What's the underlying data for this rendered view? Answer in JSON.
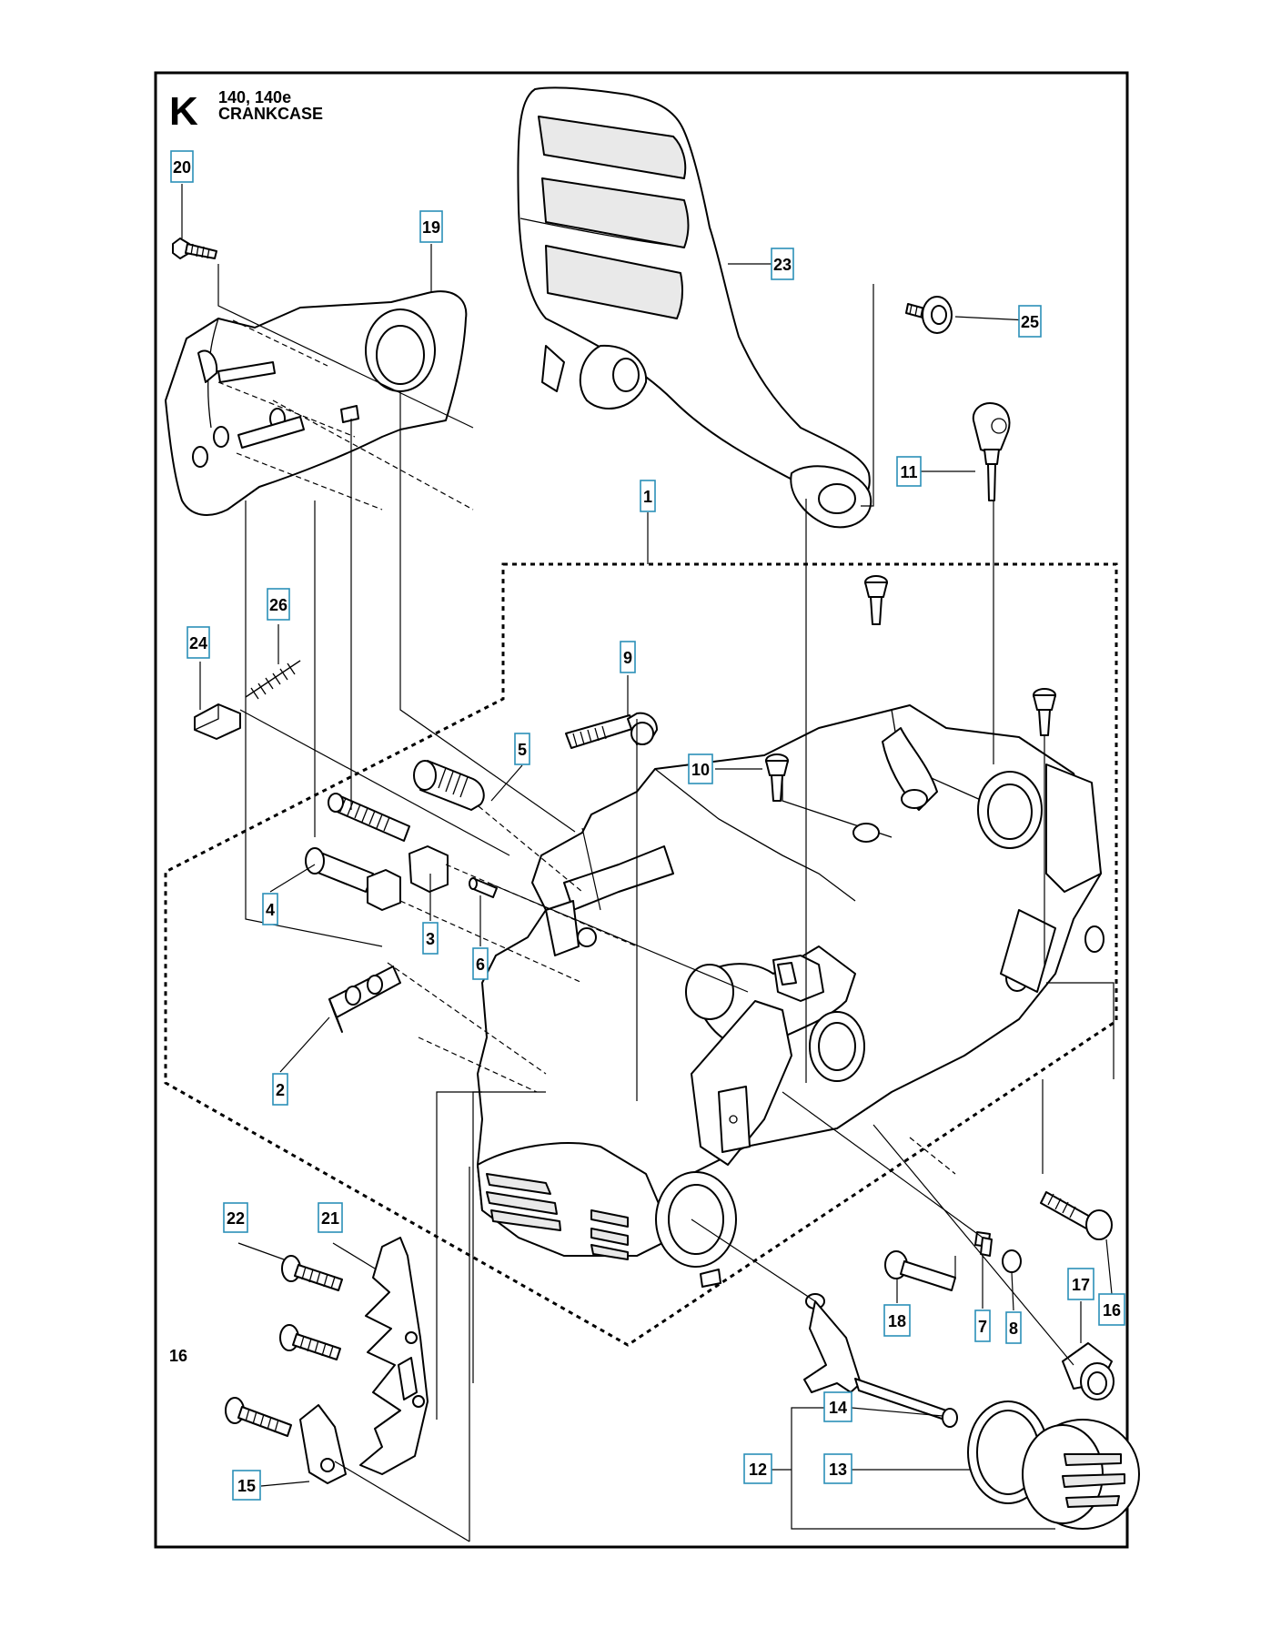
{
  "header": {
    "section_letter": "K",
    "models": "140, 140e",
    "section_title": "CRANKCASE"
  },
  "callouts": [
    {
      "id": "c20",
      "label": "20",
      "boxed": true
    },
    {
      "id": "c19",
      "label": "19",
      "boxed": true
    },
    {
      "id": "c23",
      "label": "23",
      "boxed": true
    },
    {
      "id": "c25",
      "label": "25",
      "boxed": true
    },
    {
      "id": "c11",
      "label": "11",
      "boxed": true
    },
    {
      "id": "c1",
      "label": "1",
      "boxed": true
    },
    {
      "id": "c26",
      "label": "26",
      "boxed": true
    },
    {
      "id": "c24",
      "label": "24",
      "boxed": true
    },
    {
      "id": "c9",
      "label": "9",
      "boxed": true
    },
    {
      "id": "c10",
      "label": "10",
      "boxed": true
    },
    {
      "id": "c5",
      "label": "5",
      "boxed": true
    },
    {
      "id": "c4",
      "label": "4",
      "boxed": true
    },
    {
      "id": "c3",
      "label": "3",
      "boxed": true
    },
    {
      "id": "c6",
      "label": "6",
      "boxed": true
    },
    {
      "id": "c2",
      "label": "2",
      "boxed": true
    },
    {
      "id": "c22",
      "label": "22",
      "boxed": true
    },
    {
      "id": "c21",
      "label": "21",
      "boxed": true
    },
    {
      "id": "c16a",
      "label": "16",
      "boxed": false
    },
    {
      "id": "c15",
      "label": "15",
      "boxed": true
    },
    {
      "id": "c7",
      "label": "7",
      "boxed": true
    },
    {
      "id": "c8",
      "label": "8",
      "boxed": true
    },
    {
      "id": "c18",
      "label": "18",
      "boxed": true
    },
    {
      "id": "c17",
      "label": "17",
      "boxed": true
    },
    {
      "id": "c16b",
      "label": "16",
      "boxed": true
    },
    {
      "id": "c14",
      "label": "14",
      "boxed": true
    },
    {
      "id": "c12",
      "label": "12",
      "boxed": true
    },
    {
      "id": "c13",
      "label": "13",
      "boxed": true
    }
  ],
  "colors": {
    "callout_border": "#2b8fb8",
    "line": "#000000",
    "part_shade": "#e9e9e9"
  }
}
